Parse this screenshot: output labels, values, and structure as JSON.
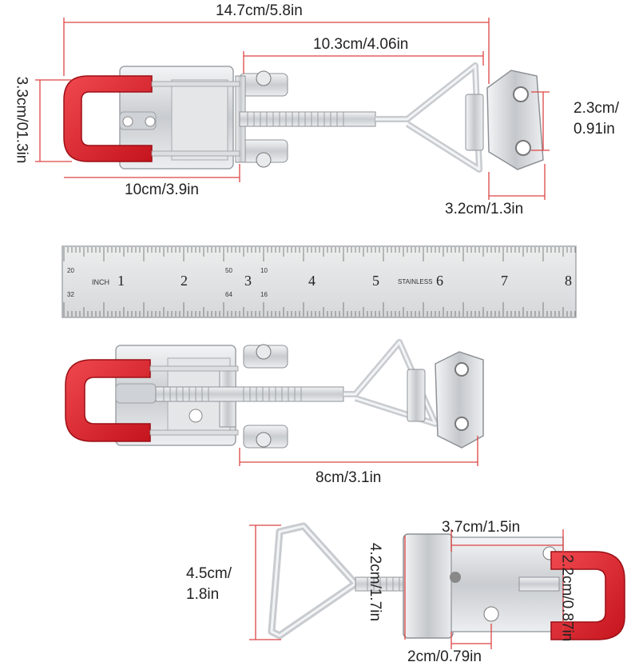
{
  "top_view": {
    "overall_length": "14.7cm/5.8in",
    "hook_length": "10.3cm/4.06in",
    "height": "3.3cm/01.3in",
    "hole_spacing_line1": "2.3cm/",
    "hole_spacing_line2": "0.91in",
    "base_length": "10cm/3.9in",
    "plate_width": "3.2cm/1.3in"
  },
  "ruler": {
    "unit_label": "INCH",
    "brand_label": "STAINLESS",
    "numbers": [
      "1",
      "2",
      "3",
      "4",
      "5",
      "6",
      "7",
      "8"
    ],
    "top_small": [
      "20",
      "50",
      "10"
    ],
    "bottom_small": [
      "32",
      "64",
      "16"
    ]
  },
  "middle_view": {
    "extension_length": "8cm/3.1in"
  },
  "bottom_view": {
    "loop_height_line1": "4.5cm/",
    "loop_height_line2": "1.8in",
    "body_height": "4.2cm/1.7in",
    "body_length": "3.7cm/1.5in",
    "clip_length": "2.2cm/0.87in",
    "hole_offset": "2cm/0.79in"
  },
  "colors": {
    "latch_red": "#e3262f",
    "metal": "#d9dcdf",
    "dimension_line": "#d44"
  }
}
